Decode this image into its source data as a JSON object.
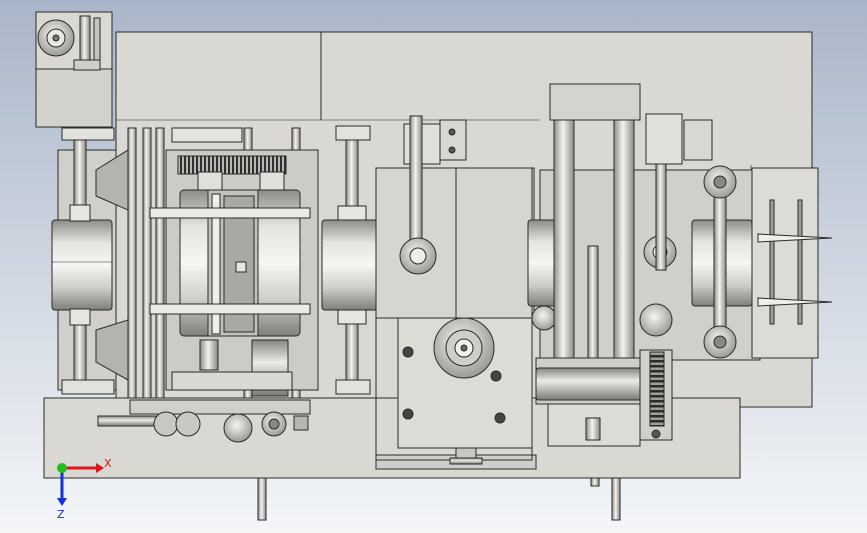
{
  "view": {
    "background_top": "#a9b6c9",
    "background_bottom": "#f4f6f8",
    "part_fill": "#d9d8d2",
    "part_fill_dark": "#c9c8c1",
    "edge_color": "#2a2a2a",
    "roller_light": "#f2f2ee",
    "roller_dark": "#8d8d88"
  },
  "triad": {
    "x_label": "X",
    "z_label": "Z",
    "x_color": "#e0141e",
    "y_color": "#20c020",
    "z_color": "#1530d0"
  },
  "parts": [
    {
      "name": "top-left-gearbox"
    },
    {
      "name": "main-upper-plate"
    },
    {
      "name": "left-roller-assembly"
    },
    {
      "name": "center-roller-assembly"
    },
    {
      "name": "right-roller-assembly"
    },
    {
      "name": "motor-mount-block"
    },
    {
      "name": "hydraulic-cylinder"
    },
    {
      "name": "rack-and-pinion"
    },
    {
      "name": "base-frame"
    },
    {
      "name": "output-guide"
    }
  ]
}
